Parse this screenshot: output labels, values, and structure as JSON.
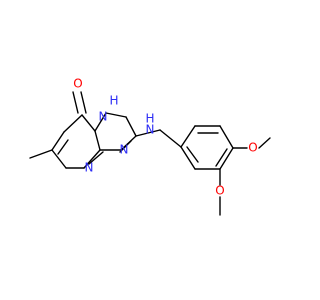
{
  "molecule": {
    "atoms": {
      "o_carbonyl": "O",
      "nh_ring": "H",
      "n_ring_top": "N",
      "n_ring_bottom": "N",
      "n_ring_right": "N",
      "n_amino": "N",
      "h_amino": "H",
      "o_methoxy_top": "O",
      "o_methoxy_bottom": "O"
    },
    "colors": {
      "nitrogen": "#2c2cf5",
      "oxygen": "#ff0000",
      "bond": "#000000"
    }
  }
}
